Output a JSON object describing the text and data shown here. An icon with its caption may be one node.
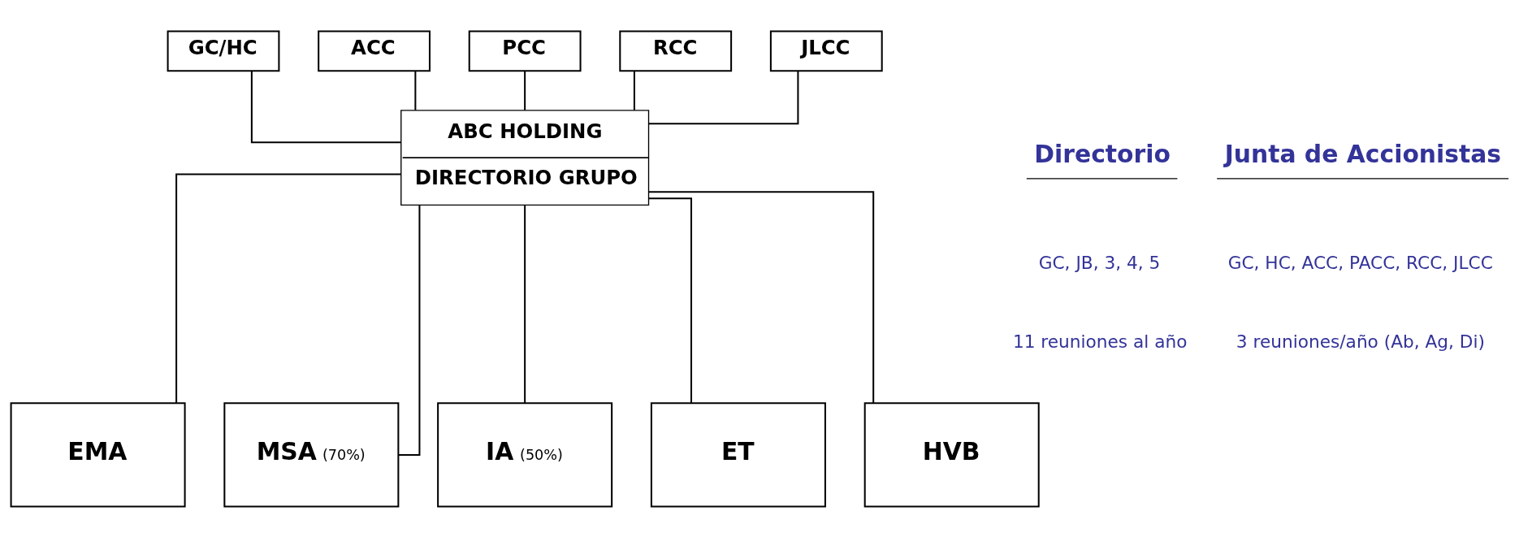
{
  "diagram": {
    "nodes": [
      {
        "text": [
          "GC/HC"
        ]
      },
      {
        "text": [
          "ACC"
        ]
      },
      {
        "text": [
          "PCC"
        ]
      },
      {
        "text": [
          "RCC"
        ]
      },
      {
        "text": [
          "JLCC"
        ]
      },
      {
        "text": [
          "ABC HOLDING",
          "DIRECTORIO GRUPO"
        ]
      },
      {
        "text": [
          "EMA"
        ]
      },
      {
        "text": [
          "MSA",
          "(70%)"
        ]
      },
      {
        "text": [
          "IA",
          "(50%)"
        ]
      },
      {
        "text": [
          "ET"
        ]
      },
      {
        "text": [
          "HVB"
        ]
      }
    ],
    "edges": [
      {
        "from": 0,
        "to": 5,
        "arrow": "none"
      },
      {
        "from": 1,
        "to": 5,
        "arrow": "none"
      },
      {
        "from": 2,
        "to": 5,
        "arrow": "none"
      },
      {
        "from": 3,
        "to": 5,
        "arrow": "none"
      },
      {
        "from": 4,
        "to": 5,
        "arrow": "none"
      },
      {
        "from": 5,
        "to": 6,
        "arrow": "none"
      },
      {
        "from": 5,
        "to": 7,
        "arrow": "none"
      },
      {
        "from": 5,
        "to": 8,
        "arrow": "none"
      },
      {
        "from": 5,
        "to": 9,
        "arrow": "none"
      },
      {
        "from": 5,
        "to": 10,
        "arrow": "none"
      }
    ],
    "labels": [
      "Junta de Accionistas",
      "GC, HC, ACC, PACC, RCC, JLCC",
      "3 reuniones/año (Ab, Ag, Di)",
      "Directorio",
      "GC, JB, 3, 4, 5",
      "11 reuniones al año"
    ]
  }
}
